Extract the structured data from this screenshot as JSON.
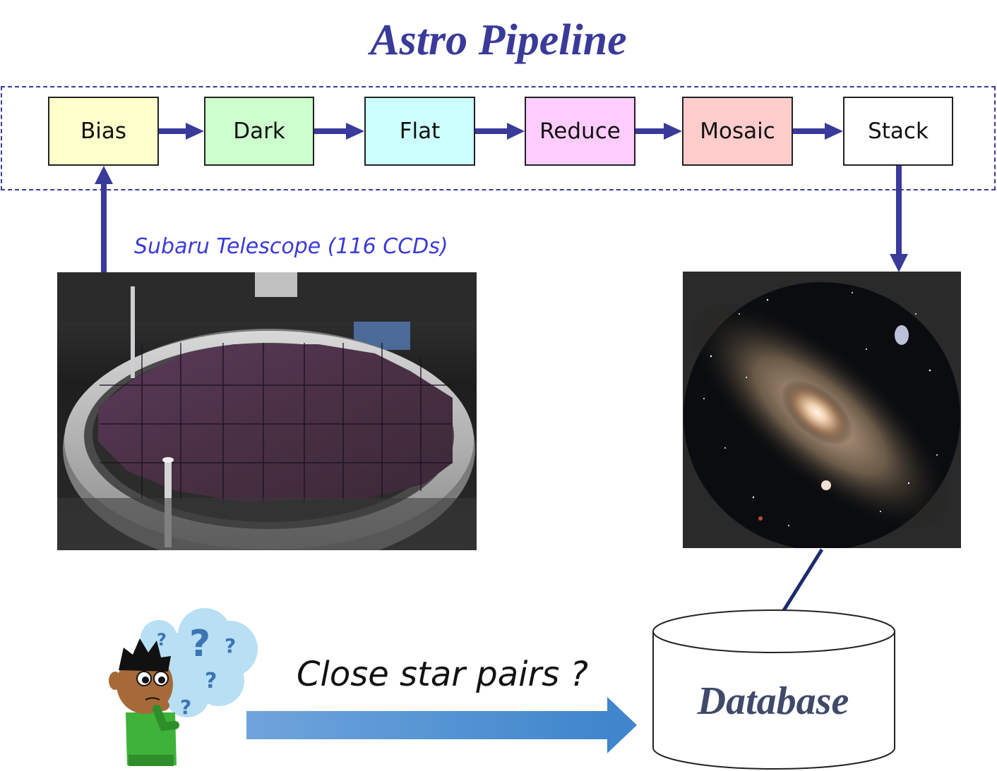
{
  "title": "Astro Pipeline",
  "pipeline": {
    "stages": [
      {
        "label": "Bias",
        "color": "#ffffcc"
      },
      {
        "label": "Dark",
        "color": "#ccffcc"
      },
      {
        "label": "Flat",
        "color": "#ccffff"
      },
      {
        "label": "Reduce",
        "color": "#ffccff"
      },
      {
        "label": "Mosaic",
        "color": "#ffcccc"
      },
      {
        "label": "Stack",
        "color": "#ffffff"
      }
    ]
  },
  "telescope": {
    "caption": "Subaru Telescope (116 CCDs)"
  },
  "query": {
    "text": "Close star pairs ?"
  },
  "database": {
    "label": "Database"
  },
  "colors": {
    "accent": "#3a3a9a",
    "caption": "#3b3bd6",
    "query_arrow": "#4a8fd6"
  }
}
